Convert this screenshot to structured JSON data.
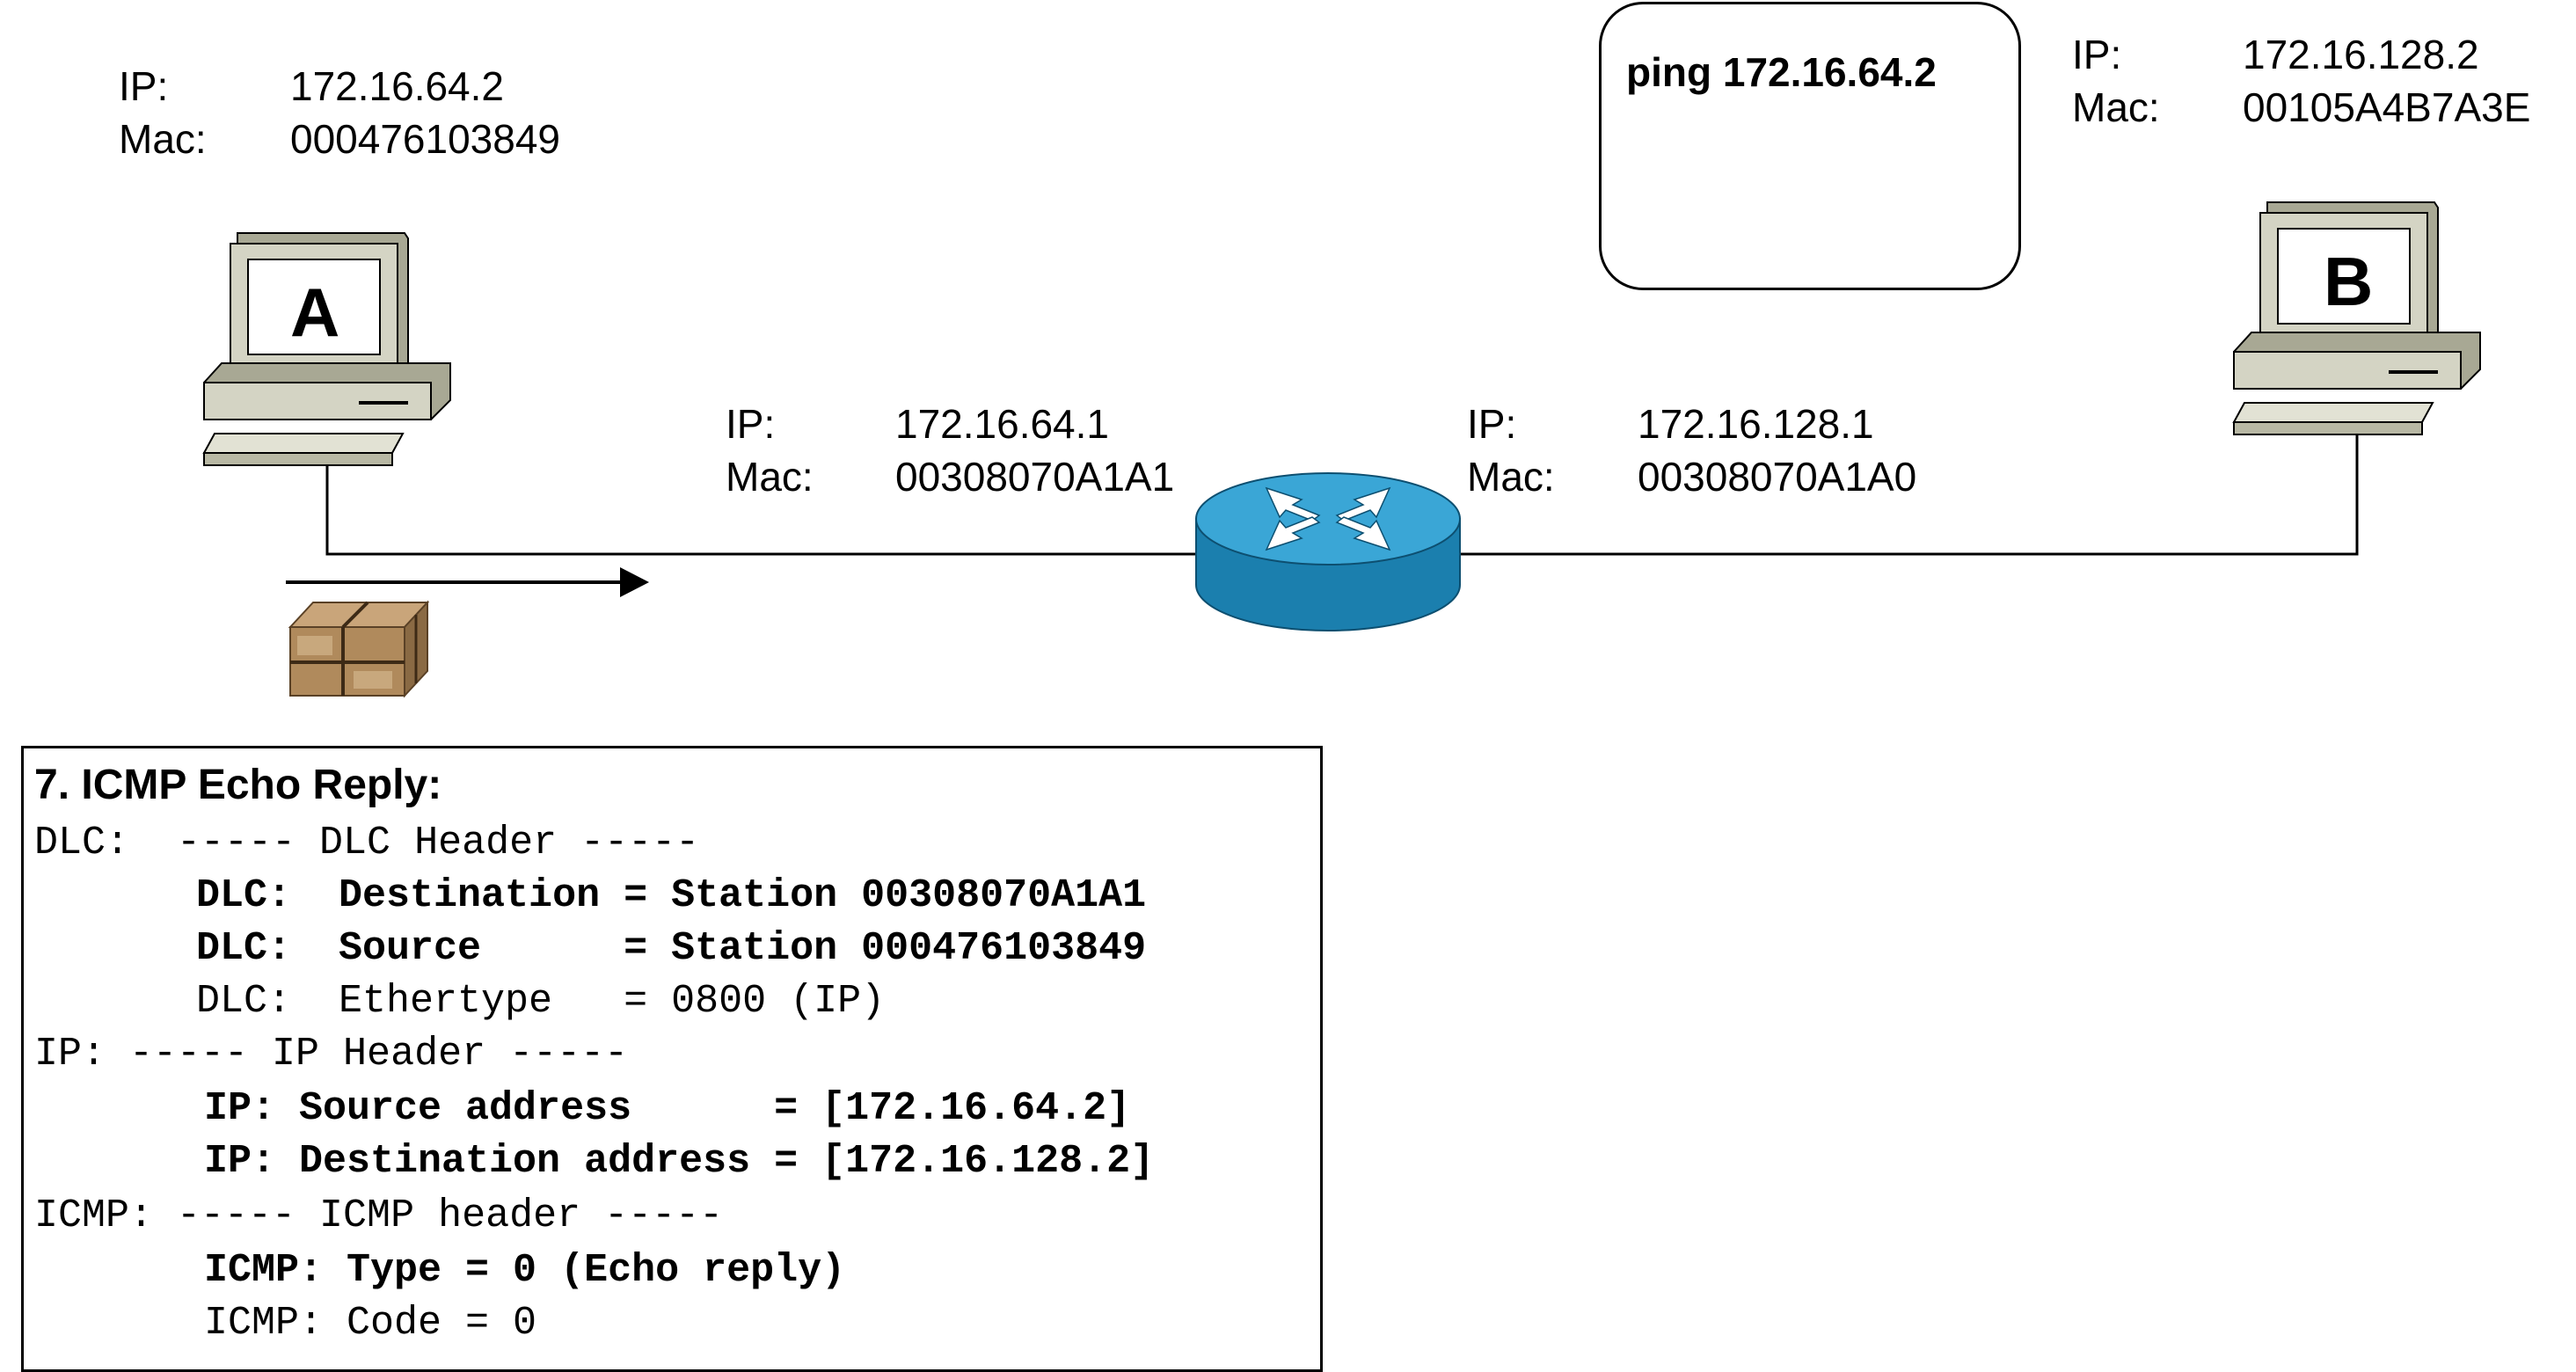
{
  "host_a": {
    "label": "A",
    "ip_key": "IP:",
    "ip_value": "172.16.64.2",
    "mac_key": "Mac:",
    "mac_value": "000476103849"
  },
  "host_b": {
    "label": "B",
    "ip_key": "IP:",
    "ip_value": "172.16.128.2",
    "mac_key": "Mac:",
    "mac_value": "00105A4B7A3E"
  },
  "router_left": {
    "ip_key": "IP:",
    "ip_value": "172.16.64.1",
    "mac_key": "Mac:",
    "mac_value": "00308070A1A1"
  },
  "router_right": {
    "ip_key": "IP:",
    "ip_value": "172.16.128.1",
    "mac_key": "Mac:",
    "mac_value": "00308070A1A0"
  },
  "ping_bubble": {
    "text": "ping 172.16.64.2"
  },
  "decode": {
    "title": "7. ICMP Echo Reply:",
    "lines": [
      "DLC:  ----- DLC Header -----",
      "DLC:  Destination = Station 00308070A1A1",
      "DLC:  Source      = Station 000476103849",
      "DLC:  Ethertype   = 0800 (IP)",
      "IP: ----- IP Header -----",
      "IP: Source address      = [172.16.64.2]",
      "IP: Destination address = [172.16.128.2]",
      "ICMP: ----- ICMP header -----",
      "ICMP: Type = 0 (Echo reply)",
      "ICMP: Code = 0"
    ]
  },
  "colors": {
    "router_top": "#3aa6d6",
    "router_side": "#1b7fae",
    "computer_body": "#d4d4c4",
    "computer_shadow": "#a8a894",
    "packet": "#b08a5c"
  },
  "icons": {
    "computer": "computer-icon",
    "router": "router-icon",
    "packet": "packet-icon",
    "arrow": "arrow-right-icon"
  }
}
